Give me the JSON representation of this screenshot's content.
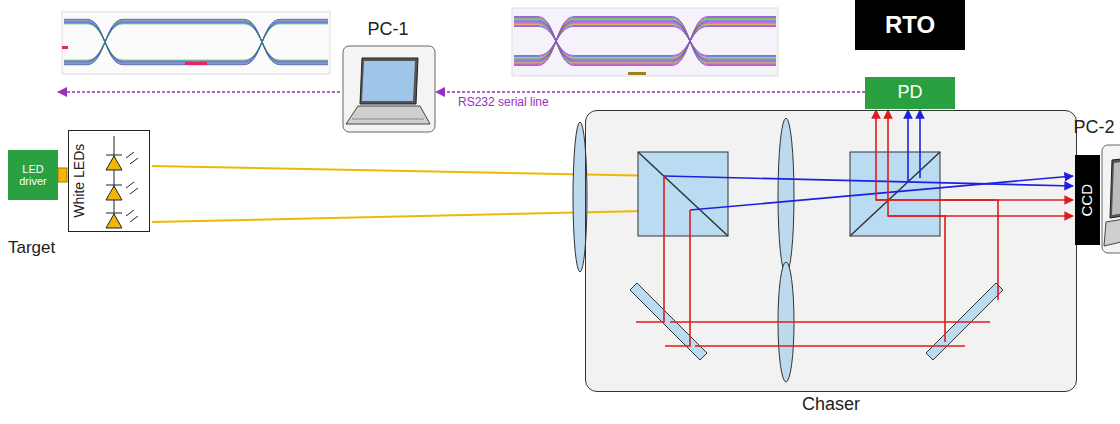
{
  "diagram": {
    "nodes": [
      {
        "text": [
          "RTO"
        ]
      },
      {
        "text": [
          "PC-1"
        ]
      },
      {
        "text": [
          "PD"
        ]
      },
      {
        "text": [
          "Chaser"
        ]
      },
      {
        "text": [
          "CCD"
        ]
      },
      {
        "text": [
          "PC-2"
        ]
      },
      {
        "text": [
          "LED driver"
        ]
      },
      {
        "text": [
          "White LEDs"
        ]
      }
    ],
    "edges": [
      {
        "from": 2,
        "to": 1,
        "arrow": "to",
        "label": "RS232 serial line"
      },
      {
        "from": 1,
        "to": 6,
        "arrow": "to"
      }
    ],
    "labels": [
      "Target"
    ]
  }
}
